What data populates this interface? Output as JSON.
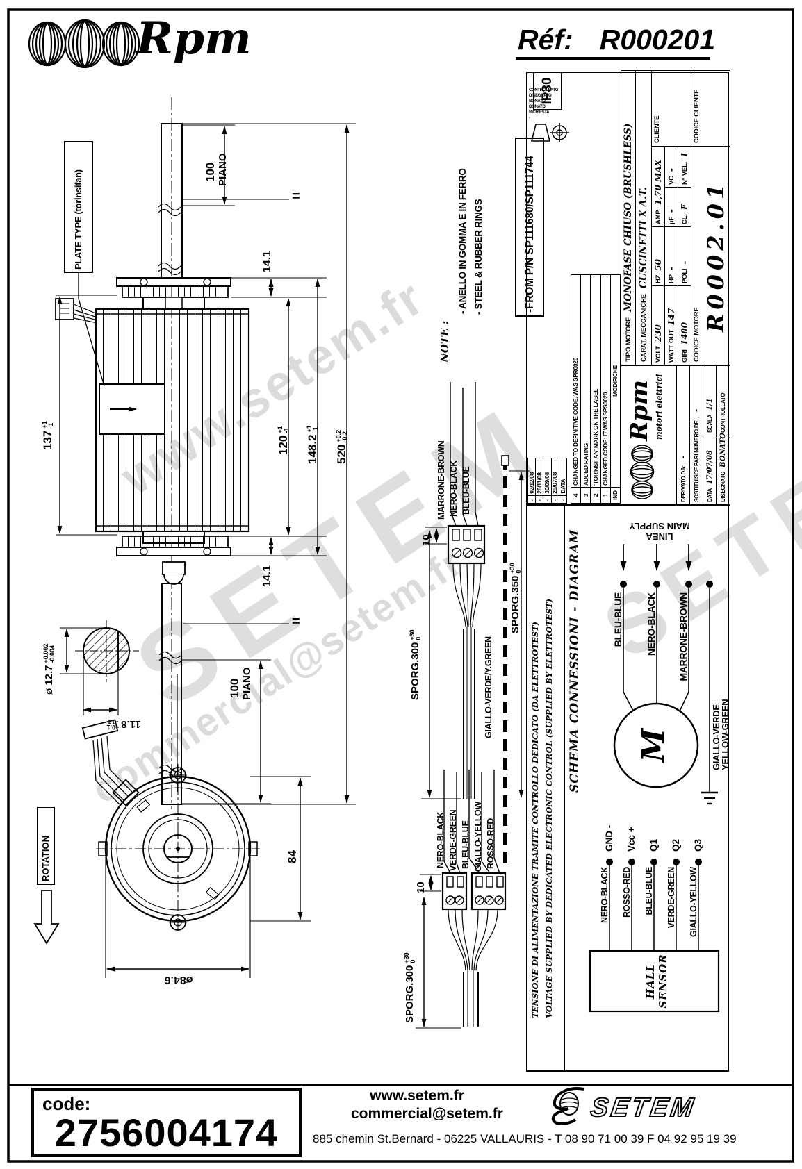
{
  "header": {
    "brand": "Rpm",
    "ref_label": "Réf:",
    "ref_value": "R000201"
  },
  "note": {
    "title": "NOTE :",
    "line1": "- ANELLO IN GOMMA E IN FERRO",
    "line2": "- STEEL & RUBBER RINGS"
  },
  "side_view": {
    "plate_label": "PLATE TYPE  (torinsifan)",
    "dim_100_top": "100",
    "piano_top": "PIANO",
    "dim_14_1_top": "14.1",
    "equals_top": "=",
    "dim_137": "137",
    "tol_137_p": "+1",
    "tol_137_m": "-1",
    "dim_120": "120",
    "tol_120_p": "+1",
    "tol_120_m": "-1",
    "dim_148_2": "148.2",
    "tol_148_p": "+1",
    "tol_148_m": "-1",
    "dim_520": "520",
    "tol_520_p": "+0.2",
    "tol_520_m": "-0.2",
    "dim_12_7": "ø 12.7",
    "tol_12_7_p": "+0.002",
    "tol_12_7_m": "-0.004",
    "dim_11_8": "11.8",
    "tol_11_8_p": "+0.1",
    "tol_11_8_m": "-0.1",
    "dim_100_bot": "100",
    "piano_bot": "PIANO",
    "dim_14_1_bot": "14.1",
    "equals_bot": "="
  },
  "front_view": {
    "rotation_label": "ROTATION",
    "dim_84": "84",
    "dim_84_6": "ø84.6"
  },
  "cable_top": {
    "wire1": "MARRONE-BROWN",
    "wire2": "NERO-BLACK",
    "wire3": "BLEU-BLUE",
    "earth": "GIALLO-VERDE/Y.GREEN",
    "dim_10": "10",
    "sporg_300": "SPORG.300",
    "sporg_350": "SPORG.350",
    "tol_p": "+30",
    "tol_m": "0"
  },
  "cable_bottom": {
    "wire1": "NERO-BLACK",
    "wire2": "VERDE-GREEN",
    "wire3": "BLEU-BLUE",
    "wire4": "GIALLO-YELLOW",
    "wire5": "ROSSO-RED",
    "dim_10": "10",
    "sporg_300": "SPORG.300",
    "tol_p": "+30",
    "tol_m": "0"
  },
  "titleblock": {
    "ip": "IP30",
    "from_pn": "-FROM P/N SP111680/SP111744",
    "rev_dates": [
      {
        "dash": "-",
        "date": "02/12/08"
      },
      {
        "dash": "-",
        "date": "26/11/08"
      },
      {
        "dash": "-",
        "date": "30/09/08"
      },
      {
        "dash": "-",
        "date": "29/07/08"
      },
      {
        "dash": "-",
        "date": "DATA"
      }
    ],
    "rev_rows": [
      {
        "ind": "4",
        "desc": "CHANGED TO DEFINITIVE CODE, WAS SPR0020"
      },
      {
        "ind": "3",
        "desc": "ADDED RATING"
      },
      {
        "ind": "2",
        "desc": "'TORINSIFAN' MARK ON THE LABEL"
      },
      {
        "ind": "1",
        "desc": "CHANGED CODE: IT WAS SPS0020"
      },
      {
        "ind": "IND",
        "desc": "MODIFICHE"
      }
    ],
    "micro": [
      "-",
      "RICHIESTA",
      "BONATO",
      "BONATO",
      "DISEGNATO",
      "CONTROLLATO"
    ],
    "brand": "Rpm",
    "brand_sub": "motori elettrici",
    "tipo_label": "TIPO MOTORE",
    "tipo_value": "MONOFASE CHIUSO (BRUSHLESS)",
    "carat_label": "CARAT. MECCANICHE",
    "carat_value": "CUSCINETTI X A.T.",
    "volt_label": "VOLT",
    "volt_value": "230",
    "hz_label": "HZ",
    "hz_value": "50",
    "amp_label": "AMP.",
    "amp_value": "1,70 MAX",
    "watt_label": "WATT OUT",
    "watt_value": "147",
    "hp_label": "HP",
    "hp_value": "-",
    "uf_label": "µF",
    "uf_value": "-",
    "vc_label": "VC",
    "vc_value": "-",
    "giri_label": "GIRI",
    "giri_value": "1400",
    "poli_label": "POLI",
    "poli_value": "-",
    "cl_label": "CL.",
    "cl_value": "F",
    "nvel_label": "N° VEL.",
    "nvel_value": "1",
    "derivato_label": "DERIVATO DA:",
    "derivato_value": "-",
    "sost_label": "SOSTITUISCE PARI NUMERO DEL",
    "sost_value": "-",
    "data_label": "DATA",
    "data_value": "17/07/08",
    "scala_label": "SCALA",
    "scala_value": "1/1",
    "disegnato_label": "DISEGNATO",
    "disegnato_value": "BONATO",
    "controllato_label": "CONTROLLATO",
    "controllato_value": "",
    "cliente_label": "CLIENTE",
    "codice_motore_label": "CODICE MOTORE",
    "codice_motore_value": "R0002.01",
    "codice_cliente_label": "CODICE CLIENTE"
  },
  "schema": {
    "title": "SCHEMA CONNESSIONI - DIAGRAM",
    "note_it": "TENSIONE DI ALIMENTAZIONE TRAMITE CONTROLLO DEDICATO (DA ELETTROTEST)",
    "note_en": "VOLTAGE SUPPLIED BY DEDICATED ELECTRONIC CONTROL (SUPPLIED BY ELETTROTEST)",
    "linea": "LINEA",
    "main_supply": "MAIN SUPPLY",
    "motor": "M",
    "wire_blue": "BLEU-BLUE",
    "wire_black": "NERO-BLACK",
    "wire_brown": "MARRONE-BROWN",
    "earth1": "GIALLO-VERDE",
    "earth2": "YELLOW-GREEN"
  },
  "hall": {
    "title": "HALL SENSOR",
    "rows": [
      {
        "wire": "NERO-BLACK",
        "pin": "GND  -"
      },
      {
        "wire": "ROSSO-RED",
        "pin": "Vcc +"
      },
      {
        "wire": "BLEU-BLUE",
        "pin": "Q1"
      },
      {
        "wire": "VERDE-GREEN",
        "pin": "Q2"
      },
      {
        "wire": "GIALLO-YELLOW",
        "pin": "Q3"
      }
    ]
  },
  "watermark": {
    "line1": "www.setem.fr",
    "line2": "SETEM",
    "line3": "commercial@setem.fr",
    "line4": "SETEM"
  },
  "footer": {
    "code_label": "code:",
    "code_value": "2756004174",
    "web": "www.setem.fr",
    "email": "commercial@setem.fr",
    "address": "885 chemin St.Bernard  -  06225 VALLAURIS  -  T 08 90 71 00 39   F 04 92 95 19 39",
    "brand": "SETEM"
  }
}
